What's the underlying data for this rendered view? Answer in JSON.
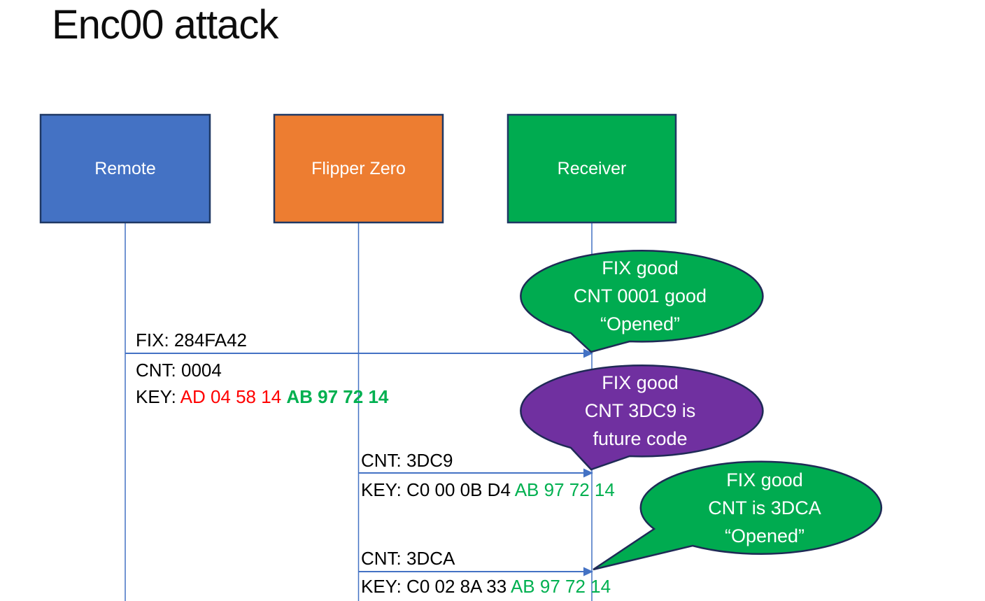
{
  "title": "Enc00 attack",
  "colors": {
    "connector": "#4472C4",
    "box_border": "#1F3864",
    "bubble_border": "#1F2A56",
    "remote_fill": "#4472C4",
    "flipper_fill": "#ED7D31",
    "receiver_fill": "#00AB50",
    "key_red": "#FF0000",
    "key_green": "#00B050",
    "text": "#000000",
    "bubble_text": "#FFFFFF"
  },
  "actors": [
    {
      "label": "Remote",
      "fill": "#4472C4"
    },
    {
      "label": "Flipper Zero",
      "fill": "#ED7D31"
    },
    {
      "label": "Receiver",
      "fill": "#00AB50"
    }
  ],
  "messages": [
    {
      "from": "Remote",
      "to": "Receiver",
      "fix": "FIX: 284FA42",
      "cnt": "CNT: 0004",
      "key_label": "KEY: ",
      "key_red": "AD 04 58 14 ",
      "key_black": "",
      "key_green": "AB 97 72 14"
    },
    {
      "from": "Flipper Zero",
      "to": "Receiver",
      "cnt": "CNT: 3DC9",
      "key_label": "KEY: ",
      "key_red": "",
      "key_black": "C0 00 0B D4 ",
      "key_green": "AB 97 72 14"
    },
    {
      "from": "Flipper Zero",
      "to": "Receiver",
      "cnt": "CNT: 3DCA",
      "key_label": "KEY: ",
      "key_red": "",
      "key_black": "C0 02 8A 33 ",
      "key_green": "AB 97 72 14"
    }
  ],
  "callouts": [
    {
      "color": "#00AB50",
      "lines": [
        "FIX good",
        "CNT 0001 good",
        "“Opened”"
      ]
    },
    {
      "color": "#7030A0",
      "lines": [
        "FIX good",
        "CNT 3DC9 is",
        "future code"
      ]
    },
    {
      "color": "#00AB50",
      "lines": [
        "FIX good",
        "CNT is 3DCA",
        "“Opened”"
      ]
    }
  ]
}
